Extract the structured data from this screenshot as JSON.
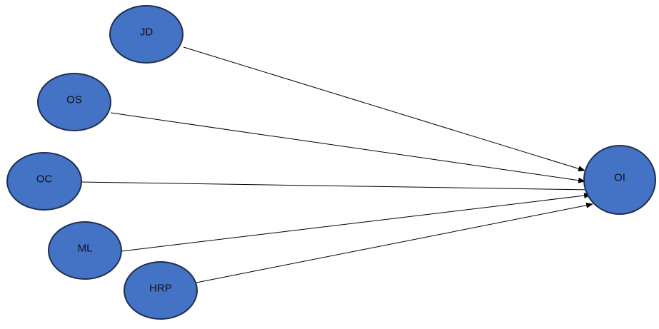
{
  "diagram": {
    "nodes": [
      {
        "id": "JD",
        "label": "JD"
      },
      {
        "id": "OS",
        "label": "OS"
      },
      {
        "id": "OC",
        "label": "OC"
      },
      {
        "id": "ML",
        "label": "ML"
      },
      {
        "id": "HRP",
        "label": "HRP"
      },
      {
        "id": "OI",
        "label": "OI"
      }
    ],
    "edges": [
      {
        "from": "JD",
        "to": "OI"
      },
      {
        "from": "OS",
        "to": "OI"
      },
      {
        "from": "OC",
        "to": "OI"
      },
      {
        "from": "ML",
        "to": "OI"
      },
      {
        "from": "HRP",
        "to": "OI"
      }
    ],
    "colors": {
      "node_fill": "#4472C4",
      "node_stroke": "#1f2f4f",
      "edge": "#000000"
    }
  }
}
